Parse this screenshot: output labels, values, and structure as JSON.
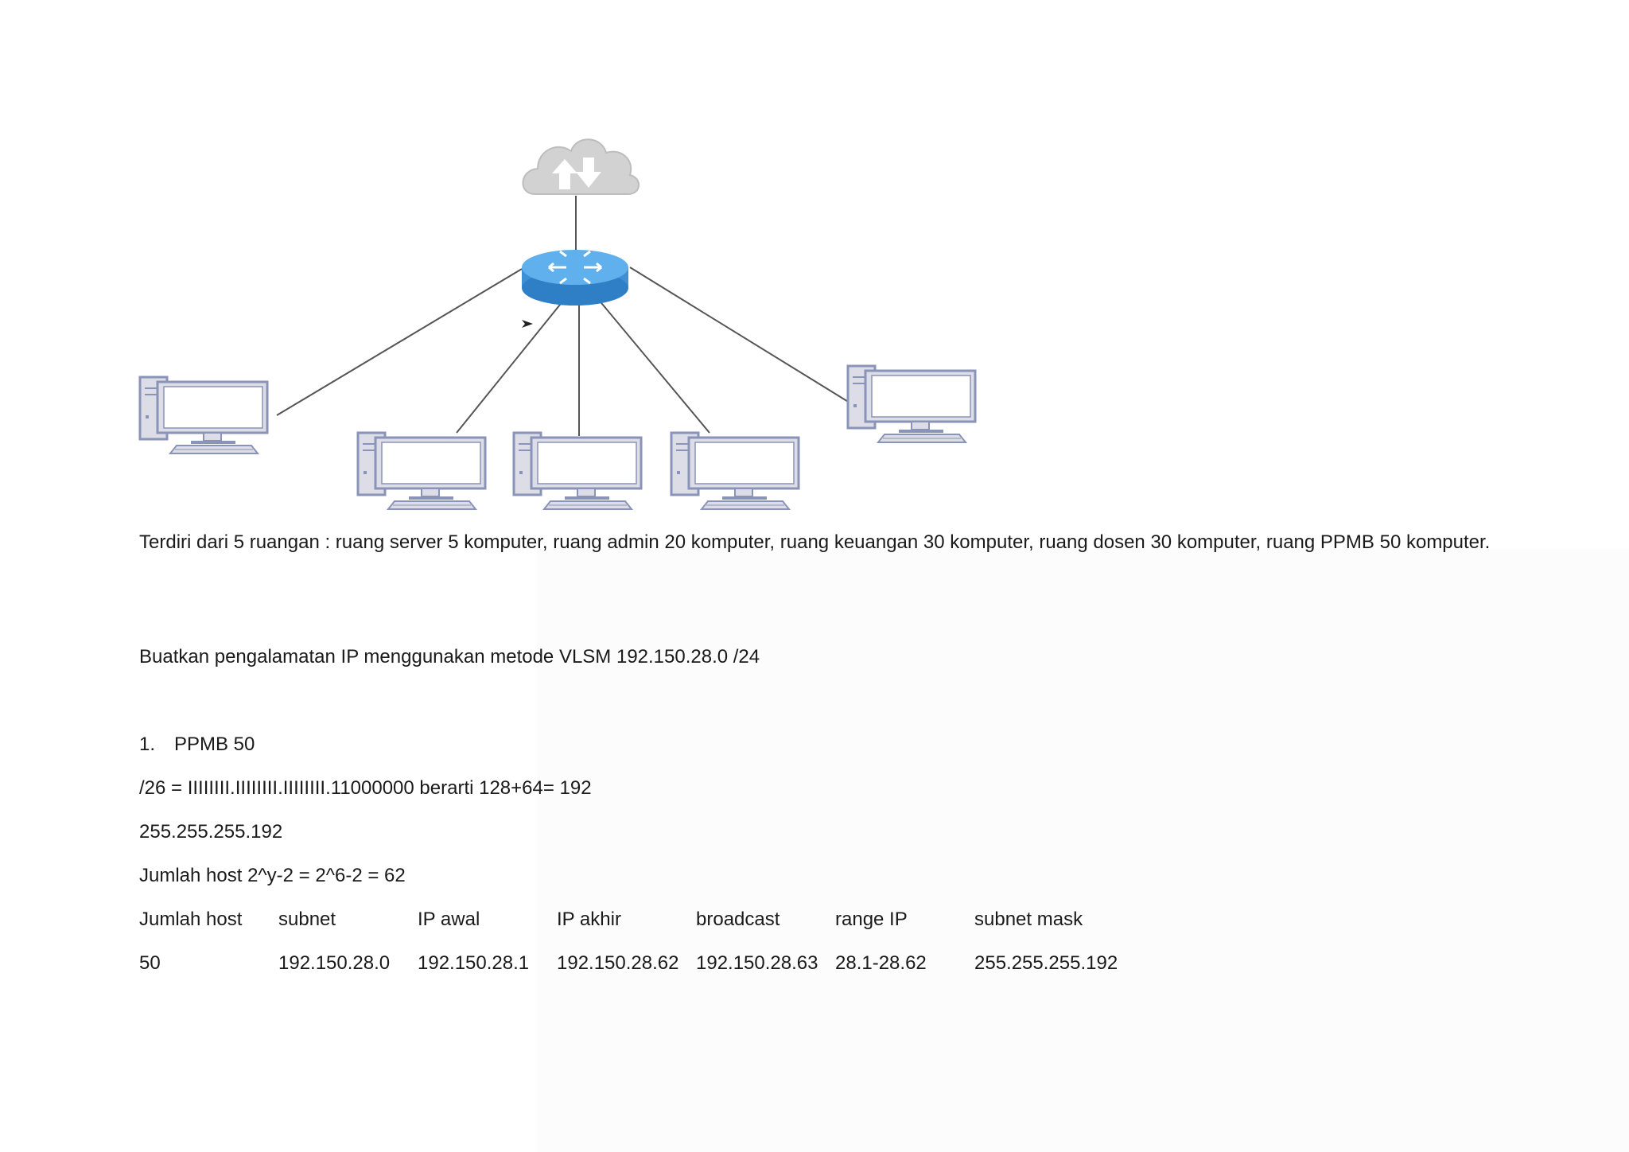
{
  "diagram": {
    "nodes": [
      {
        "name": "cloud-internet",
        "type": "cloud"
      },
      {
        "name": "router",
        "type": "router"
      },
      {
        "name": "pc-1",
        "type": "computer"
      },
      {
        "name": "pc-2",
        "type": "computer"
      },
      {
        "name": "pc-3",
        "type": "computer"
      },
      {
        "name": "pc-4",
        "type": "computer"
      },
      {
        "name": "pc-5",
        "type": "computer"
      }
    ],
    "colors": {
      "cloud": "#d2d2d2",
      "router": "#3d8fd6",
      "computer_frame": "#8a93b8",
      "computer_body": "#dcdde6",
      "line": "#555555"
    }
  },
  "text": {
    "description": "Terdiri dari 5 ruangan : ruang server 5 komputer, ruang admin 20 komputer, ruang keuangan 30 komputer, ruang dosen 30 komputer, ruang PPMB 50 komputer.",
    "task": "Buatkan pengalamatan IP menggunakan metode VLSM 192.150.28.0 /24",
    "item_number": "1.",
    "item_title": "PPMB 50",
    "prefix_line": "/26 = IIIIIIII.IIIIIIII.IIIIIIII.11000000 berarti 128+64= 192",
    "mask_line": "255.255.255.192",
    "host_formula": "Jumlah host 2^y-2 = 2^6-2 = 62"
  },
  "table": {
    "headers": [
      "Jumlah host",
      "subnet",
      "IP awal",
      "IP akhir",
      "broadcast",
      "range IP",
      "subnet mask"
    ],
    "rows": [
      [
        "50",
        "192.150.28.0",
        "192.150.28.1",
        "192.150.28.62",
        "192.150.28.63",
        "28.1-28.62",
        "255.255.255.192"
      ]
    ]
  }
}
